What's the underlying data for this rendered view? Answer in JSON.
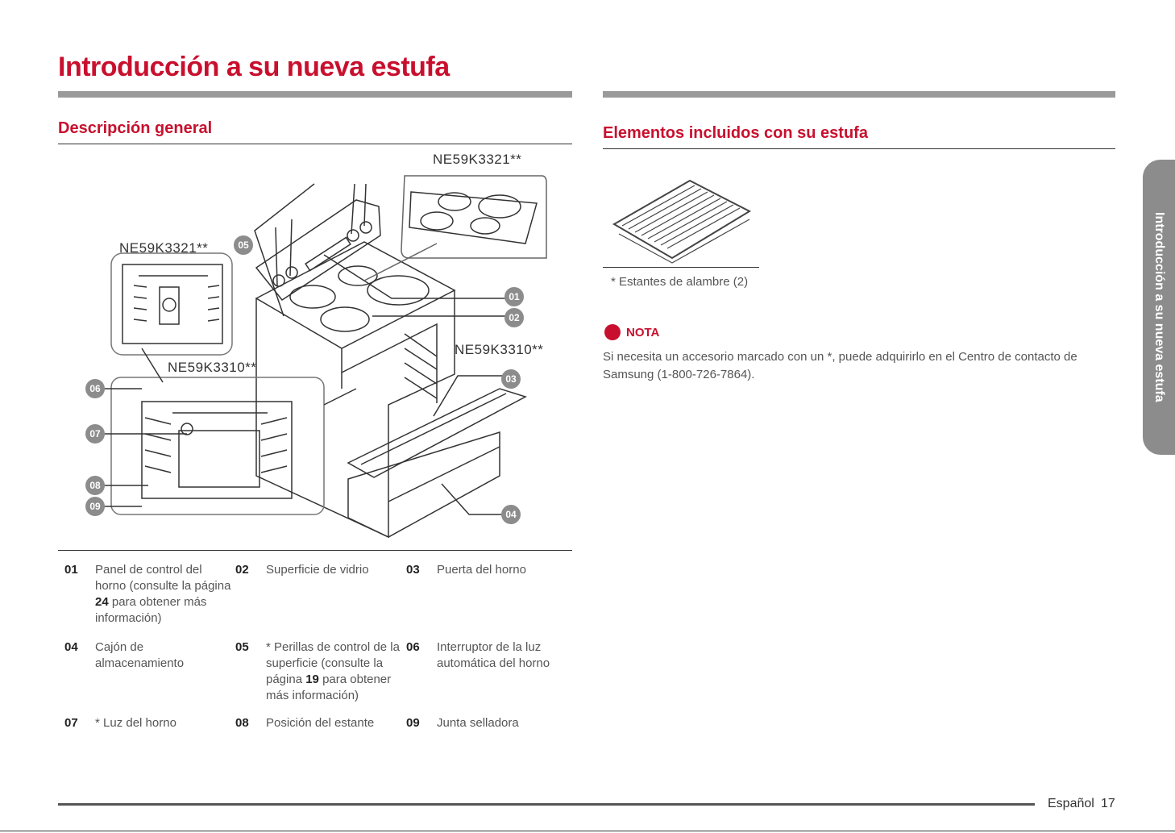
{
  "page_title": "Introducción a su nueva estufa",
  "left_section_title": "Descripción general",
  "right_section_title": "Elementos incluidos con su estufa",
  "models": {
    "top_right": "NE59K3321**",
    "top_left": "NE59K3321**",
    "mid_left": "NE59K3310**",
    "mid_right": "NE59K3310**"
  },
  "callouts": [
    "01",
    "02",
    "03",
    "04",
    "05",
    "06",
    "07",
    "08",
    "09"
  ],
  "legend": [
    {
      "num": "01",
      "text": "Panel de control del horno (consulte la página",
      "bold": "24",
      "tail": "para obtener más información)"
    },
    {
      "num": "02",
      "text": "Superficie de vidrio"
    },
    {
      "num": "03",
      "text": "Puerta del horno"
    },
    {
      "num": "04",
      "text": "Cajón de almacenamiento"
    },
    {
      "num": "05",
      "text": "* Perillas de control de la superficie (consulte la página",
      "bold": "19",
      "tail": "para obtener más información)"
    },
    {
      "num": "06",
      "text": "Interruptor de la luz automática del horno"
    },
    {
      "num": "07",
      "text": "* Luz del horno"
    },
    {
      "num": "08",
      "text": "Posición del estante"
    },
    {
      "num": "09",
      "text": "Junta selladora"
    }
  ],
  "rack_caption": "* Estantes de alambre (2)",
  "note_title": "NOTA",
  "note_text": "Si necesita un accesorio marcado con un *, puede adquirirlo en el Centro de contacto de Samsung (1-800-726-7864).",
  "side_tab": "Introducción a su nueva estufa",
  "footer_lang": "Español",
  "footer_page": "17"
}
